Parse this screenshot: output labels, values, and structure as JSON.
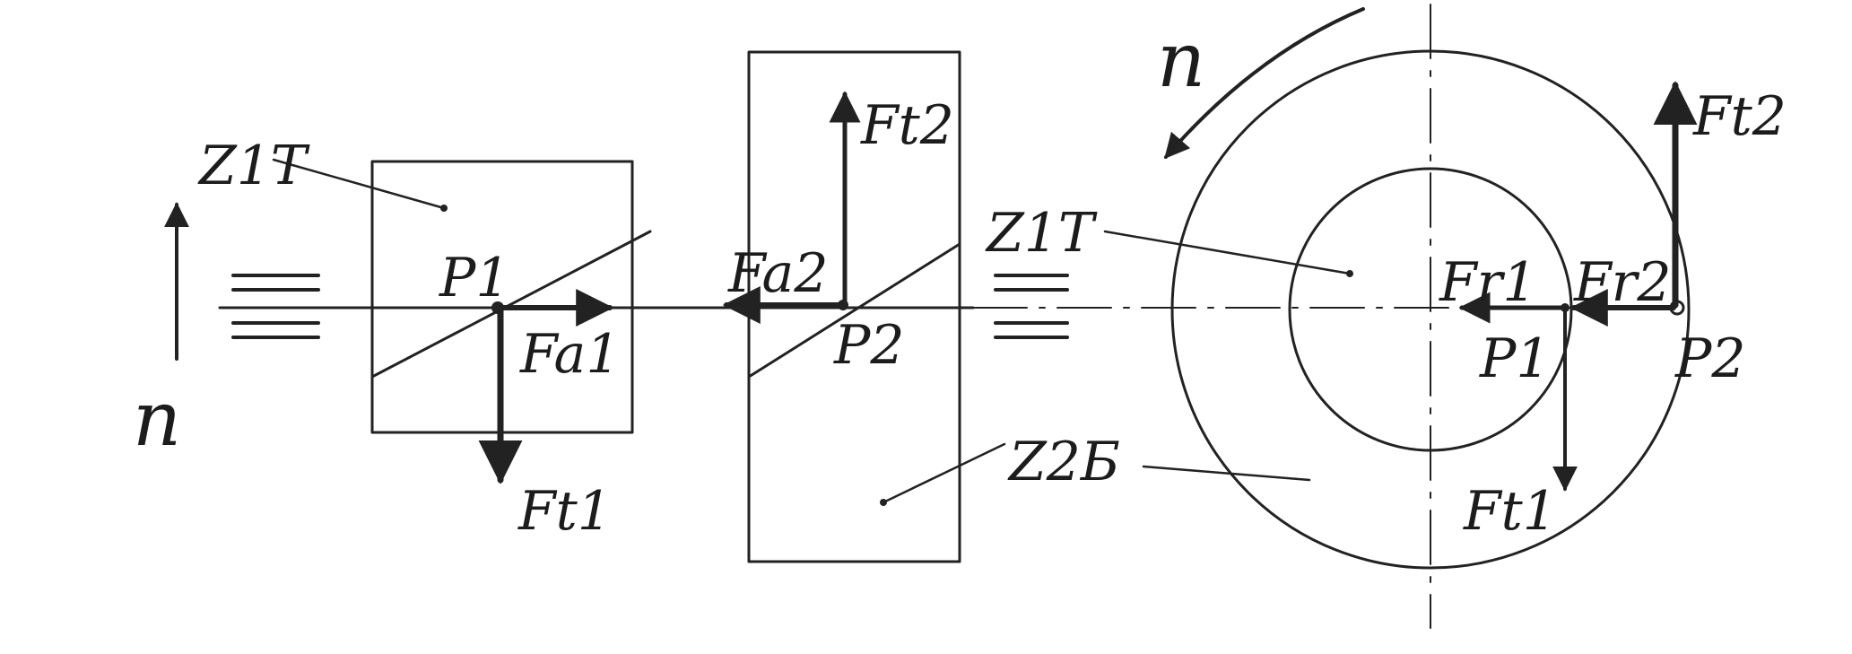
{
  "labels": {
    "n_left": "n",
    "n_right": "n",
    "z1t_left": "Z1T",
    "z1t_right": "Z1T",
    "z2b": "Z2Б",
    "p1_left": "P1",
    "p2_mid": "P2",
    "p1_right": "P1",
    "p2_right": "P2",
    "fa1": "Fa1",
    "ft1_left": "Ft1",
    "fa2": "Fa2",
    "ft2_mid": "Ft2",
    "fr1": "Fr1",
    "fr2": "Fr2",
    "ft1_right": "Ft1",
    "ft2_right": "Ft2"
  }
}
